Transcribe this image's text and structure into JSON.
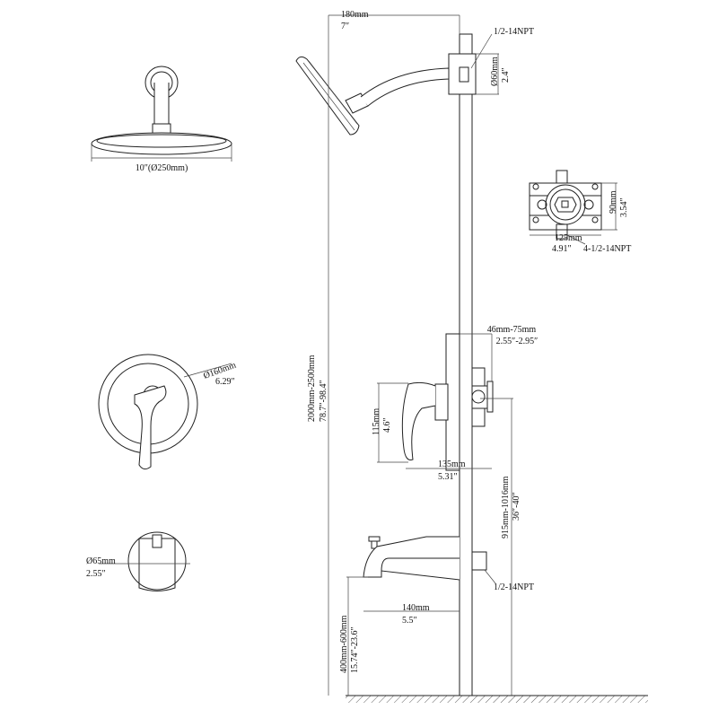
{
  "showerhead_front": {
    "dimension_label": "10″(Ø250mm)"
  },
  "arm": {
    "length_mm": "180mm",
    "length_in": "7″",
    "thread_label": "1/2-14NPT",
    "flange_mm": "Ø60mm",
    "flange_in": "2.4″"
  },
  "valve_body": {
    "height_mm": "90mm",
    "height_in": "3.54″",
    "width_mm": "125mm",
    "width_in": "4.91″",
    "thread_label": "4-1/2-14NPT"
  },
  "shower_height": {
    "mm": "2000mm-2500mm",
    "in": "78.7″-98.4″"
  },
  "trim_plate": {
    "diameter_mm": "Ø160mm",
    "diameter_in": "6.29″"
  },
  "valve_side": {
    "depth_mm": "46mm-75mm",
    "depth_in": "2.55″-2.95″",
    "handle_height_mm": "115mm",
    "handle_height_in": "4.6″",
    "projection_mm": "135mm",
    "projection_in": "5.31″",
    "valve_height_mm": "915mm-1016mm",
    "valve_height_in": "36″-40″"
  },
  "spout_front": {
    "diameter_mm": "Ø65mm",
    "diameter_in": "2.55″"
  },
  "spout_side": {
    "thread_label": "1/2-14NPT",
    "length_mm": "140mm",
    "length_in": "5.5″",
    "height_mm": "400mm-600mm",
    "height_in": "15.74″-23.6″"
  }
}
